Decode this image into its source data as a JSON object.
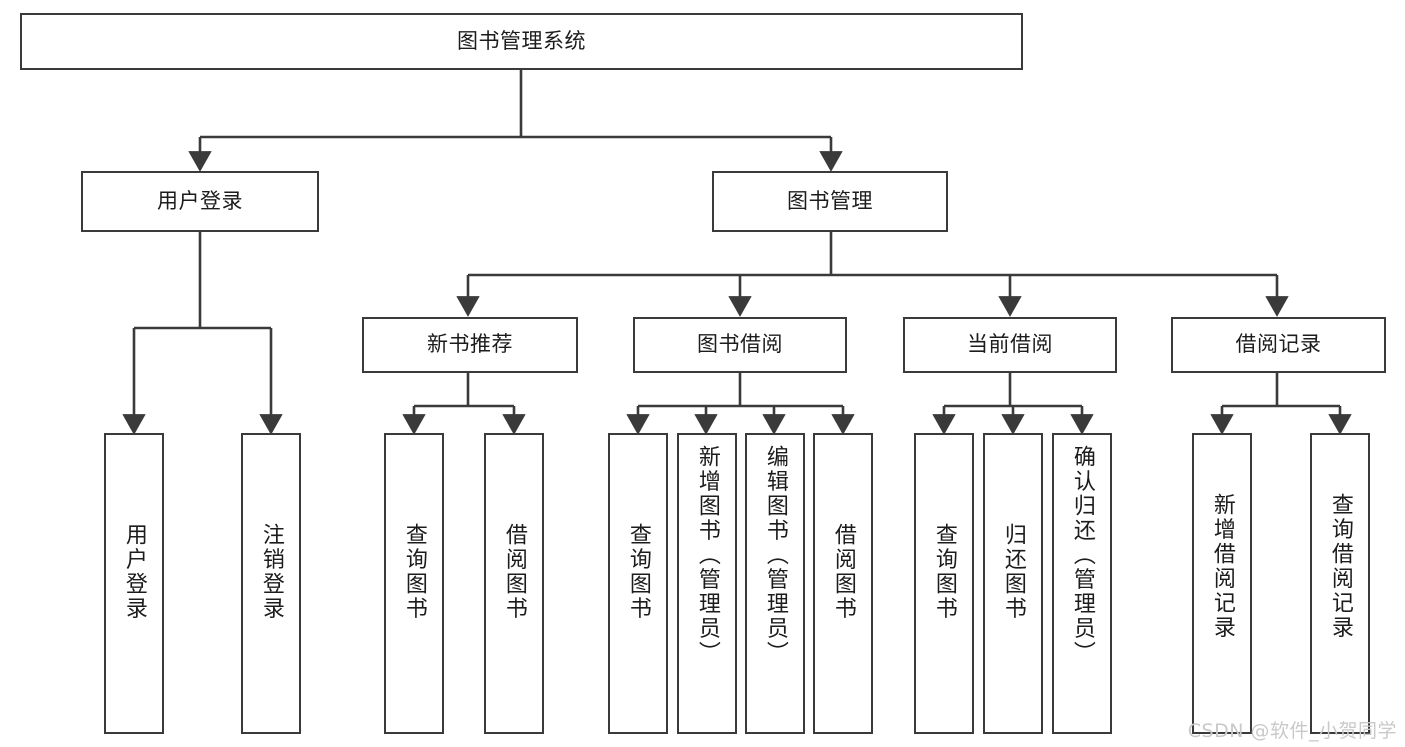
{
  "diagram": {
    "title": "图书管理系统",
    "type": "function-structure-tree",
    "watermark": "CSDN @软件_小贺同学",
    "colors": {
      "background": "#ffffff",
      "border": "#3a3a3a",
      "text": "#1c1c1c",
      "connector": "#3a3a3a",
      "watermark": "#c9c9c9"
    },
    "root": {
      "label": "图书管理系统"
    },
    "level1": [
      {
        "label": "用户登录"
      },
      {
        "label": "图书管理"
      }
    ],
    "level2": [
      {
        "label": "新书推荐"
      },
      {
        "label": "图书借阅"
      },
      {
        "label": "当前借阅"
      },
      {
        "label": "借阅记录"
      }
    ],
    "leaves": {
      "user_login": [
        {
          "label": "用户登录"
        },
        {
          "label": "注销登录"
        }
      ],
      "new_book_recommend": [
        {
          "label": "查询图书"
        },
        {
          "label": "借阅图书"
        }
      ],
      "book_borrow": [
        {
          "label": "查询图书"
        },
        {
          "label": "新增图书（管理员）"
        },
        {
          "label": "编辑图书（管理员）"
        },
        {
          "label": "借阅图书"
        }
      ],
      "current_borrow": [
        {
          "label": "查询图书"
        },
        {
          "label": "归还图书"
        },
        {
          "label": "确认归还（管理员）"
        }
      ],
      "borrow_record": [
        {
          "label": "新增借阅记录"
        },
        {
          "label": "查询借阅记录"
        }
      ]
    }
  }
}
